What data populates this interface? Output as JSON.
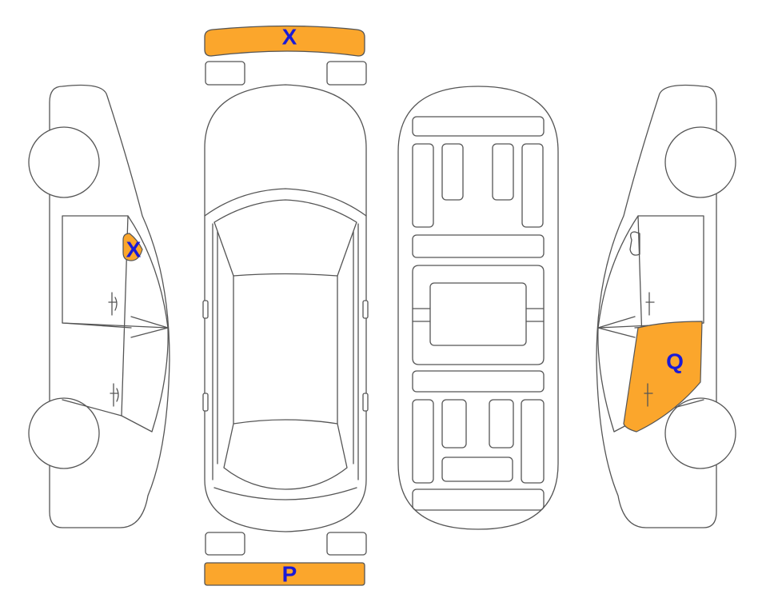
{
  "colors": {
    "damage_fill": "#fba62c",
    "marker_text": "#1a1ad6",
    "outline": "#555555",
    "background": "#ffffff"
  },
  "markers": {
    "front_bumper": {
      "label": "X",
      "highlighted": true
    },
    "left_door_handle": {
      "label": "X",
      "highlighted": true
    },
    "right_rear_door": {
      "label": "Q",
      "highlighted": true
    },
    "rear_bumper": {
      "label": "P",
      "highlighted": true
    }
  }
}
